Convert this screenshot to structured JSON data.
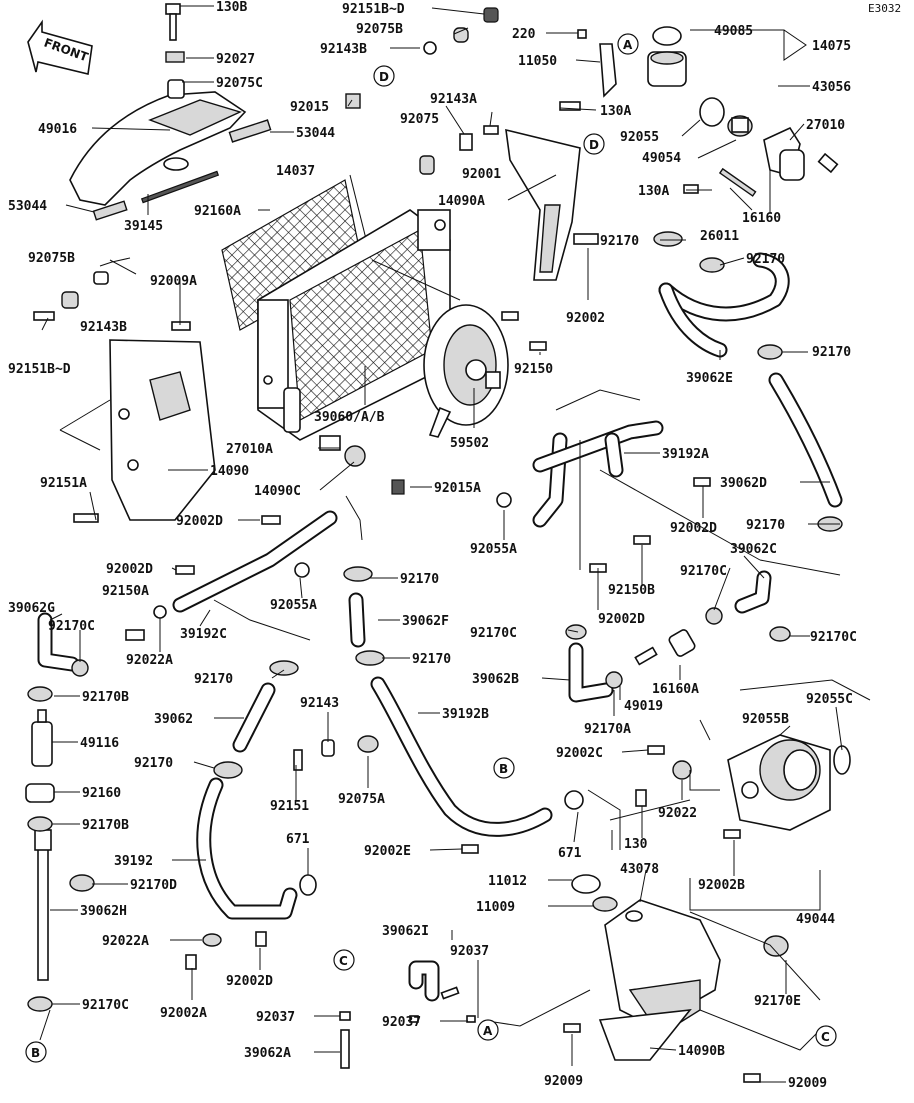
{
  "diagram": {
    "ref_code": "E3032",
    "front_arrow_label": "FRONT",
    "circle_refs": [
      "A",
      "B",
      "C",
      "D"
    ],
    "labels": [
      {
        "id": "l-130b",
        "text": "130B"
      },
      {
        "id": "l-92027",
        "text": "92027"
      },
      {
        "id": "l-92075c",
        "text": "92075C"
      },
      {
        "id": "l-49016",
        "text": "49016"
      },
      {
        "id": "l-53044-a",
        "text": "53044"
      },
      {
        "id": "l-53044-b",
        "text": "53044"
      },
      {
        "id": "l-39145",
        "text": "39145"
      },
      {
        "id": "l-92015",
        "text": "92015"
      },
      {
        "id": "l-14037",
        "text": "14037"
      },
      {
        "id": "l-92160a",
        "text": "92160A"
      },
      {
        "id": "l-92151b-d-top",
        "text": "92151B~D"
      },
      {
        "id": "l-92075b-top",
        "text": "92075B"
      },
      {
        "id": "l-92143b-top",
        "text": "92143B"
      },
      {
        "id": "l-92143a",
        "text": "92143A"
      },
      {
        "id": "l-92075",
        "text": "92075"
      },
      {
        "id": "l-92001",
        "text": "92001"
      },
      {
        "id": "l-14090a",
        "text": "14090A"
      },
      {
        "id": "l-220",
        "text": "220"
      },
      {
        "id": "l-11050",
        "text": "11050"
      },
      {
        "id": "l-49085",
        "text": "49085"
      },
      {
        "id": "l-14075",
        "text": "14075"
      },
      {
        "id": "l-43056",
        "text": "43056"
      },
      {
        "id": "l-130a-top",
        "text": "130A"
      },
      {
        "id": "l-92055",
        "text": "92055"
      },
      {
        "id": "l-49054",
        "text": "49054"
      },
      {
        "id": "l-27010",
        "text": "27010"
      },
      {
        "id": "l-130a-mid",
        "text": "130A"
      },
      {
        "id": "l-16160",
        "text": "16160"
      },
      {
        "id": "l-26011",
        "text": "26011"
      },
      {
        "id": "l-92170-r1",
        "text": "92170"
      },
      {
        "id": "l-92170-r0",
        "text": "92170"
      },
      {
        "id": "l-92002",
        "text": "92002"
      },
      {
        "id": "l-92170-r2",
        "text": "92170"
      },
      {
        "id": "l-39062e",
        "text": "39062E"
      },
      {
        "id": "l-92075b-left",
        "text": "92075B"
      },
      {
        "id": "l-92143b-left",
        "text": "92143B"
      },
      {
        "id": "l-92009a",
        "text": "92009A"
      },
      {
        "id": "l-92151b-d-left",
        "text": "92151B~D"
      },
      {
        "id": "l-92150",
        "text": "92150"
      },
      {
        "id": "l-39060",
        "text": "39060/A/B"
      },
      {
        "id": "l-59502",
        "text": "59502"
      },
      {
        "id": "l-27010a",
        "text": "27010A"
      },
      {
        "id": "l-14090c",
        "text": "14090C"
      },
      {
        "id": "l-14090",
        "text": "14090"
      },
      {
        "id": "l-92151a",
        "text": "92151A"
      },
      {
        "id": "l-92015a",
        "text": "92015A"
      },
      {
        "id": "l-39192a",
        "text": "39192A"
      },
      {
        "id": "l-39062d",
        "text": "39062D"
      },
      {
        "id": "l-92055a-mid",
        "text": "92055A"
      },
      {
        "id": "l-92002d-r",
        "text": "92002D"
      },
      {
        "id": "l-92170-rd",
        "text": "92170"
      },
      {
        "id": "l-39062c",
        "text": "39062C"
      },
      {
        "id": "l-92002d-l1",
        "text": "92002D"
      },
      {
        "id": "l-92002d-l2",
        "text": "92002D"
      },
      {
        "id": "l-92150a",
        "text": "92150A"
      },
      {
        "id": "l-92055a-left",
        "text": "92055A"
      },
      {
        "id": "l-92170-m1",
        "text": "92170"
      },
      {
        "id": "l-92150b",
        "text": "92150B"
      },
      {
        "id": "l-92170c-r1",
        "text": "92170C"
      },
      {
        "id": "l-39062g",
        "text": "39062G"
      },
      {
        "id": "l-92170c-l1",
        "text": "92170C"
      },
      {
        "id": "l-39192c",
        "text": "39192C"
      },
      {
        "id": "l-92022a-top",
        "text": "92022A"
      },
      {
        "id": "l-39062f",
        "text": "39062F"
      },
      {
        "id": "l-92002d-m",
        "text": "92002D"
      },
      {
        "id": "l-92170c-m",
        "text": "92170C"
      },
      {
        "id": "l-92170c-r2",
        "text": "92170C"
      },
      {
        "id": "l-92170-m2",
        "text": "92170"
      },
      {
        "id": "l-92170-l2",
        "text": "92170"
      },
      {
        "id": "l-39062b",
        "text": "39062B"
      },
      {
        "id": "l-16160a",
        "text": "16160A"
      },
      {
        "id": "l-92170b-1",
        "text": "92170B"
      },
      {
        "id": "l-49019",
        "text": "49019"
      },
      {
        "id": "l-39062",
        "text": "39062"
      },
      {
        "id": "l-92143",
        "text": "92143"
      },
      {
        "id": "l-39192b",
        "text": "39192B"
      },
      {
        "id": "l-92170a",
        "text": "92170A"
      },
      {
        "id": "l-49116",
        "text": "49116"
      },
      {
        "id": "l-92055c",
        "text": "92055C"
      },
      {
        "id": "l-92055b",
        "text": "92055B"
      },
      {
        "id": "l-92002c",
        "text": "92002C"
      },
      {
        "id": "l-92170-l3",
        "text": "92170"
      },
      {
        "id": "l-92151",
        "text": "92151"
      },
      {
        "id": "l-92075a",
        "text": "92075A"
      },
      {
        "id": "l-92160",
        "text": "92160"
      },
      {
        "id": "l-92022",
        "text": "92022"
      },
      {
        "id": "l-92170b-2",
        "text": "92170B"
      },
      {
        "id": "l-130",
        "text": "130"
      },
      {
        "id": "l-671-a",
        "text": "671"
      },
      {
        "id": "l-671-b",
        "text": "671"
      },
      {
        "id": "l-92002e",
        "text": "92002E"
      },
      {
        "id": "l-39192",
        "text": "39192"
      },
      {
        "id": "l-43078",
        "text": "43078"
      },
      {
        "id": "l-92002b",
        "text": "92002B"
      },
      {
        "id": "l-92170d",
        "text": "92170D"
      },
      {
        "id": "l-11012",
        "text": "11012"
      },
      {
        "id": "l-39062h",
        "text": "39062H"
      },
      {
        "id": "l-11009",
        "text": "11009"
      },
      {
        "id": "l-49044",
        "text": "49044"
      },
      {
        "id": "l-92022a-bot",
        "text": "92022A"
      },
      {
        "id": "l-39062i",
        "text": "39062I"
      },
      {
        "id": "l-92037-a",
        "text": "92037"
      },
      {
        "id": "l-92002d-b",
        "text": "92002D"
      },
      {
        "id": "l-92170c-b",
        "text": "92170C"
      },
      {
        "id": "l-92002a",
        "text": "92002A"
      },
      {
        "id": "l-92037-b",
        "text": "92037"
      },
      {
        "id": "l-92037-c",
        "text": "92037"
      },
      {
        "id": "l-92170e",
        "text": "92170E"
      },
      {
        "id": "l-14090b",
        "text": "14090B"
      },
      {
        "id": "l-39062a",
        "text": "39062A"
      },
      {
        "id": "l-92009-a",
        "text": "92009"
      },
      {
        "id": "l-92009-b",
        "text": "92009"
      }
    ]
  }
}
